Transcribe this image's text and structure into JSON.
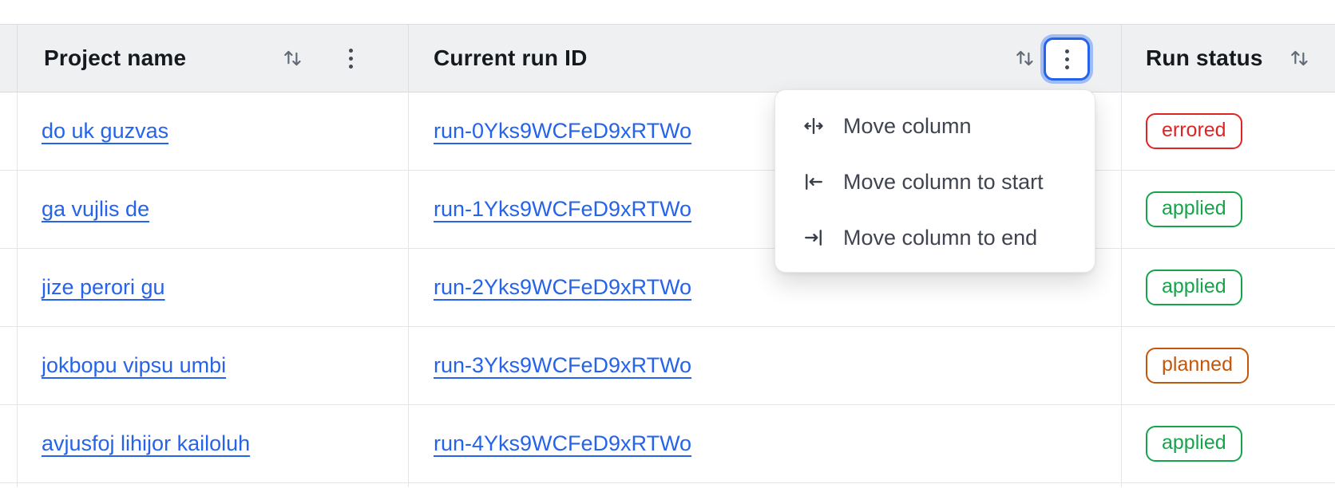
{
  "header": {
    "columns": [
      {
        "label": "Project name",
        "sort_icon": "sort-arrows-icon",
        "menu_icon": "kebab-icon"
      },
      {
        "label": "Current run ID",
        "sort_icon": "sort-arrows-icon",
        "menu_icon": "kebab-icon",
        "menu_open": true
      },
      {
        "label": "Run status",
        "sort_icon": "sort-arrows-icon"
      }
    ]
  },
  "rows": [
    {
      "project": "do uk guzvas",
      "run_id": "run-0Yks9WCFeD9xRTWo",
      "status": "errored",
      "status_color": "red"
    },
    {
      "project": "ga vujlis de",
      "run_id": "run-1Yks9WCFeD9xRTWo",
      "status": "applied",
      "status_color": "green"
    },
    {
      "project": "jize perori gu",
      "run_id": "run-2Yks9WCFeD9xRTWo",
      "status": "applied",
      "status_color": "green"
    },
    {
      "project": "jokbopu vipsu umbi",
      "run_id": "run-3Yks9WCFeD9xRTWo",
      "status": "planned",
      "status_color": "orange"
    },
    {
      "project": "avjusfoj lihijor kailoluh",
      "run_id": "run-4Yks9WCFeD9xRTWo",
      "status": "applied",
      "status_color": "green"
    }
  ],
  "menu": {
    "items": [
      {
        "label": "Move column",
        "icon": "move-column-icon"
      },
      {
        "label": "Move column to start",
        "icon": "move-column-to-start-icon"
      },
      {
        "label": "Move column to end",
        "icon": "move-column-to-end-icon"
      }
    ]
  },
  "colors": {
    "link_blue": "#2563eb",
    "focus_blue": "#2563eb",
    "status_red": "#e02424",
    "status_green": "#16a34a",
    "status_orange": "#c2570c",
    "header_bg": "#eff0f2"
  }
}
